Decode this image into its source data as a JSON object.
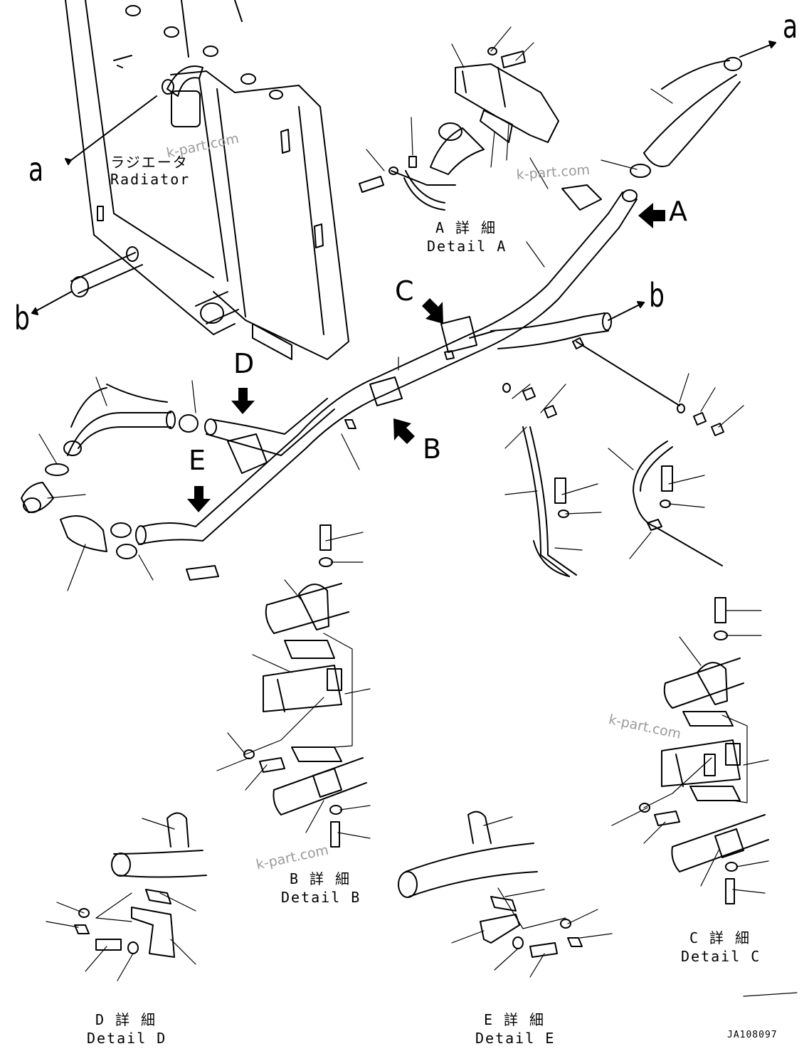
{
  "radiator": {
    "jp": "ラジエータ",
    "en": "Radiator"
  },
  "port_labels": {
    "a": "a",
    "b": "b"
  },
  "views": {
    "A": "A",
    "B": "B",
    "C": "C",
    "D": "D",
    "E": "E"
  },
  "details": {
    "A": {
      "jp": "A 詳 細",
      "en": "Detail A"
    },
    "B": {
      "jp": "B 詳 細",
      "en": "Detail B"
    },
    "C": {
      "jp": "C 詳 細",
      "en": "Detail C"
    },
    "D": {
      "jp": "D 詳 細",
      "en": "Detail D"
    },
    "E": {
      "jp": "E 詳 細",
      "en": "Detail E"
    }
  },
  "watermark": "k-part.com",
  "drawing_code": "JA108097"
}
